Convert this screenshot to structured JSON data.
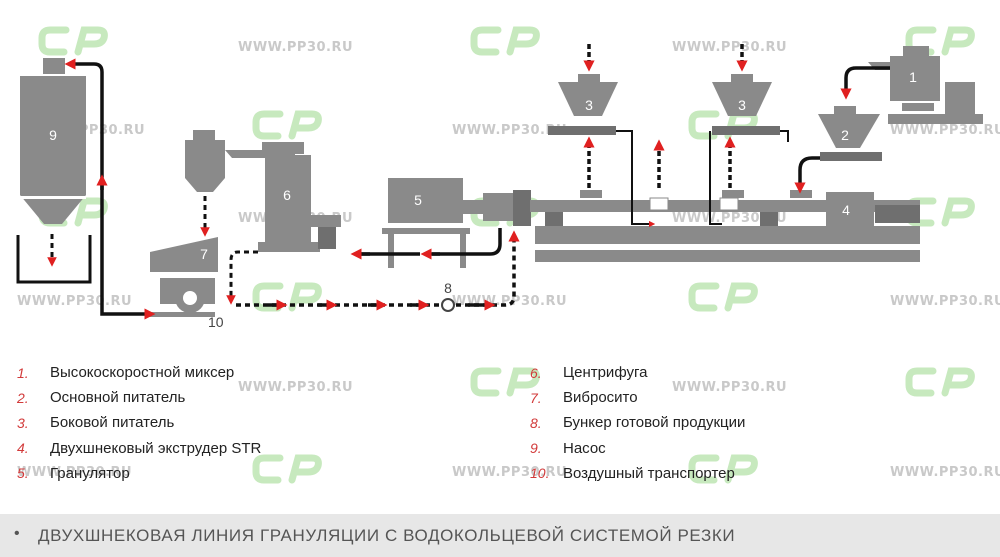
{
  "watermark": {
    "text": "WWW.PP30.RU",
    "logo_text": "СР",
    "logo_color": "#8fd07d"
  },
  "equipment_labels": [
    "1",
    "2",
    "3",
    "3",
    "4",
    "5",
    "6",
    "7",
    "8",
    "9",
    "10"
  ],
  "legend": {
    "left": [
      {
        "num": "1.",
        "label": "Высокоскоростной миксер"
      },
      {
        "num": "2.",
        "label": "Основной питатель"
      },
      {
        "num": "3.",
        "label": "Боковой питатель"
      },
      {
        "num": "4.",
        "label": "Двухшнековый экструдер STR"
      },
      {
        "num": "5.",
        "label": "Гранулятор"
      }
    ],
    "right": [
      {
        "num": "6.",
        "label": "Центрифуга"
      },
      {
        "num": "7.",
        "label": "Вибросито"
      },
      {
        "num": "8.",
        "label": "Бункер готовой продукции"
      },
      {
        "num": "9.",
        "label": "Насос"
      },
      {
        "num": "10.",
        "label": "Воздушный транспортер"
      }
    ]
  },
  "footer": {
    "bullet": "•",
    "title": "ДВУХШНЕКОВАЯ ЛИНИЯ ГРАНУЛЯЦИИ С ВОДОКОЛЬЦЕВОЙ СИСТЕМОЙ РЕЗКИ"
  },
  "colors": {
    "machine": "#8a8a8a",
    "machine_dark": "#6f6f6f",
    "flow": "#111111",
    "arrow": "#e02020"
  }
}
